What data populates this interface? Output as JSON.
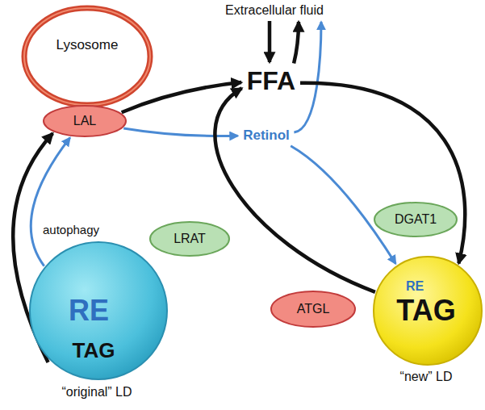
{
  "diagram": {
    "nodes": [
      {
        "text": [
          "Extracellular fluid"
        ]
      },
      {
        "text": [
          "Lysosome"
        ]
      },
      {
        "text": [
          "LAL"
        ]
      },
      {
        "text": [
          "FFA"
        ]
      },
      {
        "text": [
          "Retinol"
        ]
      },
      {
        "text": [
          "LRAT"
        ]
      },
      {
        "text": [
          "RE",
          "TAG",
          "“original” LD"
        ]
      },
      {
        "text": [
          "DGAT1"
        ]
      },
      {
        "text": [
          "RE",
          "TAG",
          "“new” LD"
        ]
      },
      {
        "text": [
          "ATGL"
        ]
      }
    ],
    "edges": [
      {
        "from": 6,
        "to": 2,
        "label": "autophagy",
        "arrow": "to"
      },
      {
        "from": 6,
        "to": 2,
        "arrow": "to"
      },
      {
        "from": 2,
        "to": 3,
        "arrow": "to"
      },
      {
        "from": 2,
        "to": 4,
        "arrow": "to"
      },
      {
        "from": 0,
        "to": 3,
        "arrow": "to"
      },
      {
        "from": 3,
        "to": 0,
        "arrow": "to"
      },
      {
        "from": 4,
        "to": 0,
        "arrow": "to"
      },
      {
        "from": 3,
        "to": 8,
        "arrow": "to"
      },
      {
        "from": 4,
        "to": 8,
        "arrow": "to"
      },
      {
        "from": 8,
        "to": 3,
        "arrow": "to"
      }
    ]
  }
}
